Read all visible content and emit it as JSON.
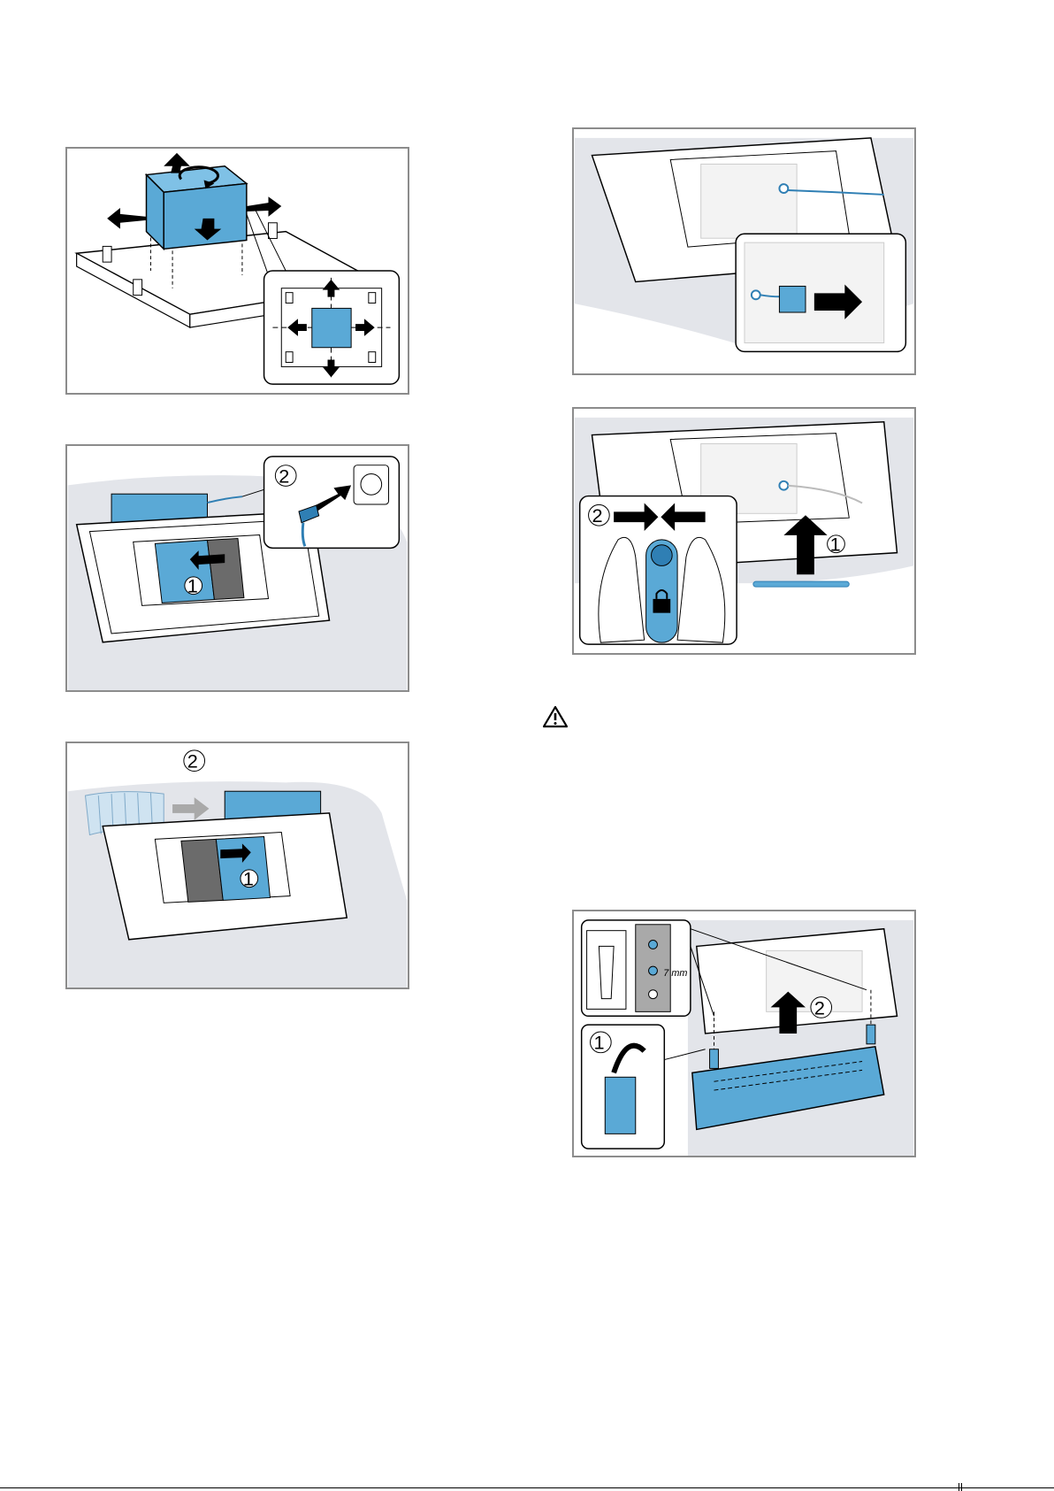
{
  "figures": {
    "fig1": {
      "name": "position-blower-module"
    },
    "fig2": {
      "step_1": "1",
      "step_2": "2"
    },
    "fig3": {
      "step_1": "1",
      "step_2": "2"
    },
    "fig4": {
      "name": "disconnect-plug"
    },
    "fig5": {
      "step_1": "1",
      "step_2": "2"
    },
    "fig6": {
      "step_1": "1",
      "step_2": "2",
      "dimension": "7 mm"
    }
  },
  "icons": {
    "warning": "warning-triangle-icon",
    "padlock": "padlock-icon",
    "socket": "power-socket-icon"
  },
  "colors": {
    "accent_blue": "#5aa9d6",
    "dark_blue": "#2f7fb4",
    "panel_border": "#8c8c8c",
    "background_grey": "#e3e5ea",
    "dark_grey": "#6b6b6b"
  }
}
